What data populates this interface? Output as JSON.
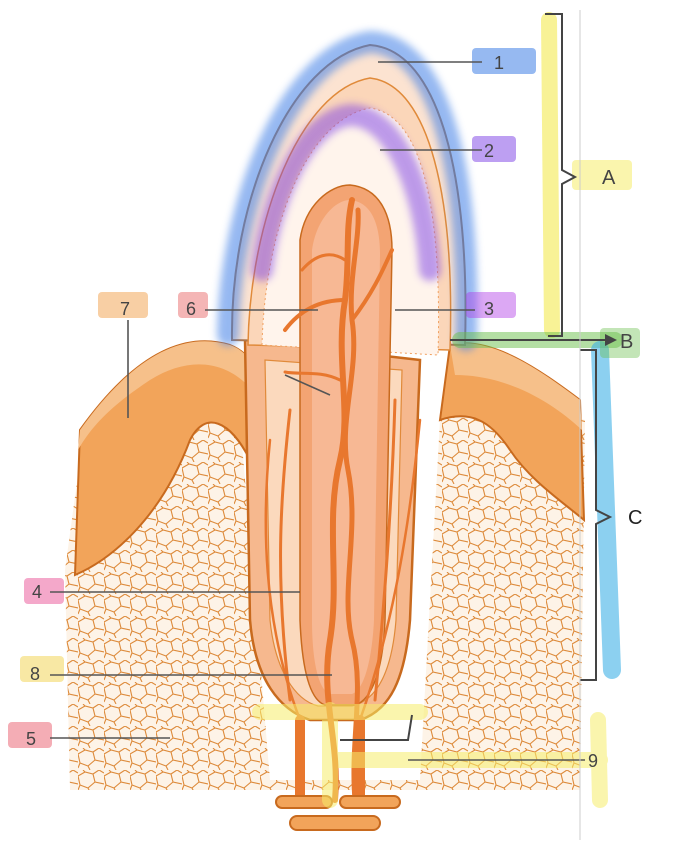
{
  "diagram": {
    "labels": [
      {
        "id": "1",
        "text": "1",
        "color": "#3f7fe6"
      },
      {
        "id": "2",
        "text": "2",
        "color": "#7b3fe6"
      },
      {
        "id": "3",
        "text": "3",
        "color": "#b23fe6"
      },
      {
        "id": "4",
        "text": "4",
        "color": "#e63f8a"
      },
      {
        "id": "5",
        "text": "5",
        "color": "#e64a5a"
      },
      {
        "id": "6",
        "text": "6",
        "color": "#e65a5a"
      },
      {
        "id": "7",
        "text": "7",
        "color": "#f2a04a"
      },
      {
        "id": "8",
        "text": "8",
        "color": "#f2d24a"
      },
      {
        "id": "9",
        "text": "9",
        "color": "#f2e64a"
      }
    ],
    "regions": [
      {
        "id": "A",
        "text": "A",
        "color": "#f5ec6a"
      },
      {
        "id": "B",
        "text": "B",
        "color": "#6abf4a"
      },
      {
        "id": "C",
        "text": "C",
        "color": "#3fb0e6"
      }
    ],
    "colors": {
      "enamel": "#f9d9c2",
      "dentin": "#f6b88e",
      "pulp": "#f3a473",
      "nerve": "#e8772e",
      "gum": "#f2a45a",
      "bone_line": "#d77a2a",
      "bone_fill": "#fbe7d2",
      "outline": "#c86a1e"
    }
  }
}
